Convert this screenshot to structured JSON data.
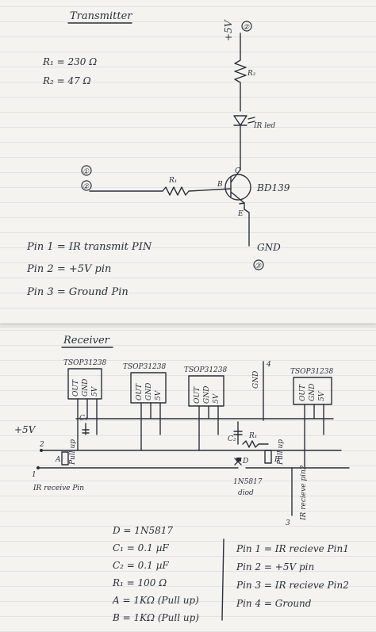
{
  "transmitter": {
    "title": "Transmitter",
    "r1_value": "R₁ = 230 Ω",
    "r2_value": "R₂ = 47 Ω",
    "vcc_label": "+5V",
    "vcc_pin": "②",
    "r2_label": "R₂",
    "led_label": "IR led",
    "pin1_marker": "①",
    "pin2_marker": "②",
    "r1_label": "R₁",
    "base_label": "B",
    "collector_label": "C",
    "emitter_label": "E",
    "transistor_label": "BD139",
    "gnd_label": "GND",
    "gnd_pin": "③",
    "pins": [
      "Pin 1 = IR transmit PIN",
      "Pin 2 = +5V pin",
      "Pin 3 = Ground Pin"
    ]
  },
  "receiver": {
    "title": "Receiver",
    "sensors": [
      {
        "name": "TSOP31238",
        "pins": [
          "OUT",
          "GND",
          "5V"
        ]
      },
      {
        "name": "TSOP31238",
        "pins": [
          "OUT",
          "GND",
          "5V"
        ]
      },
      {
        "name": "TSOP31238",
        "pins": [
          "OUT",
          "GND",
          "5V"
        ]
      },
      {
        "name": "TSOP31238",
        "pins": [
          "OUT",
          "GND",
          "5V"
        ]
      }
    ],
    "gnd_label": "GND",
    "gnd_pin": "4",
    "vcc_label": "+5V",
    "node2": "2",
    "node1": "1",
    "c1_label": "C₁",
    "c2_label": "C₂",
    "r1_label": "R₁",
    "a_label": "A",
    "b_label": "B",
    "pull_up": "Pull up",
    "d_label": "D",
    "ir_pin_label": "IR receive Pin",
    "diode_label": "1N5817",
    "diode_word": "diod",
    "pin2_label": "IR recieve pin2",
    "node3": "3",
    "components": [
      "D = 1N5817",
      "C₁ = 0.1 µF",
      "C₂ = 0.1 µF",
      "R₁ = 100 Ω",
      "A = 1KΩ (Pull up)",
      "B = 1KΩ (Pull up)"
    ],
    "pins": [
      "Pin 1 = IR recieve Pin1",
      "Pin 2 = +5V pin",
      "Pin 3 = IR recieve Pin2",
      "Pin 4 = Ground"
    ]
  }
}
